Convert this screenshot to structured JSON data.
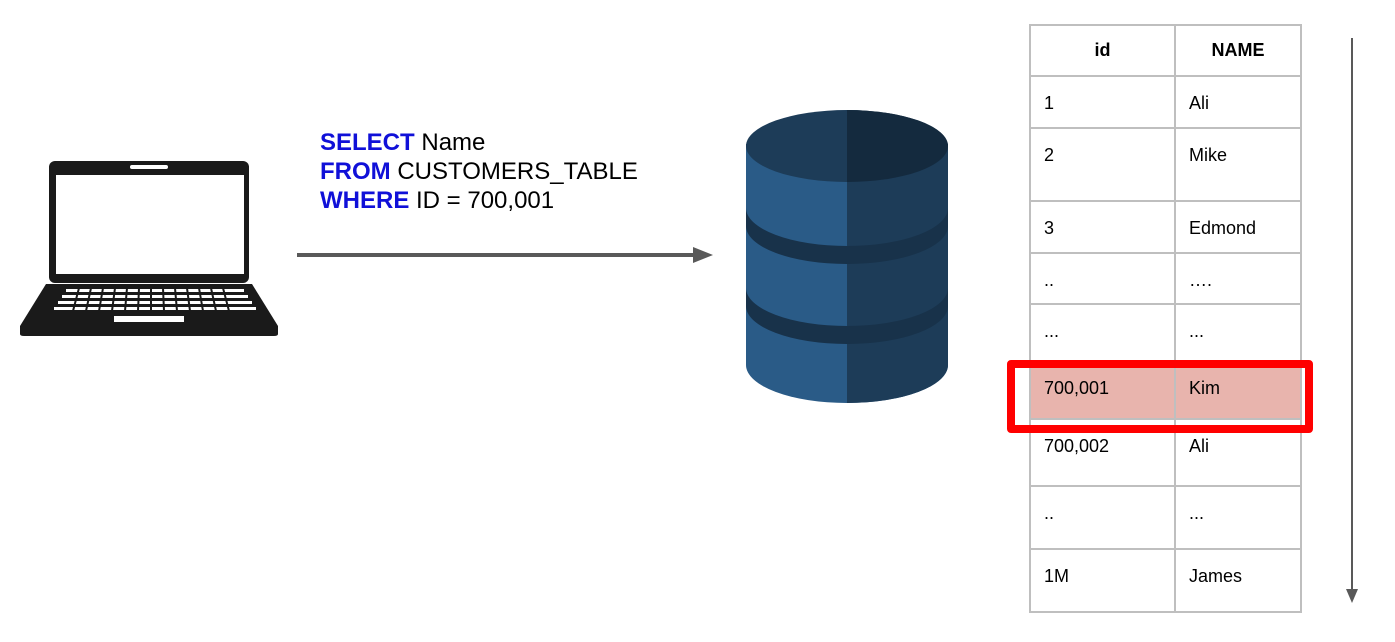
{
  "query": {
    "select_kw": "SELECT",
    "select_rest": " Name",
    "from_kw": "FROM",
    "from_rest": " CUSTOMERS_TABLE",
    "where_kw": "WHERE",
    "where_rest": " ID = 700,001"
  },
  "table": {
    "headers": [
      "id",
      "NAME"
    ],
    "rows": [
      [
        "1",
        "Ali"
      ],
      [
        "2",
        "Mike"
      ],
      [
        "3",
        "Edmond"
      ],
      [
        "..",
        "…."
      ],
      [
        "...",
        "..."
      ],
      [
        "700,001",
        "Kim"
      ],
      [
        "700,002",
        "Ali"
      ],
      [
        "..",
        "..."
      ],
      [
        "1M",
        "James"
      ]
    ],
    "highlighted_row": 5
  },
  "colors": {
    "keyword": "#1010d8",
    "highlight_border": "#ff0000",
    "highlight_fill": "#e8b4ad",
    "db_light": "#2a5b87",
    "db_dark": "#1d3c58"
  },
  "icons": [
    "laptop-icon",
    "database-icon",
    "arrow-right-icon",
    "arrow-down-icon"
  ]
}
